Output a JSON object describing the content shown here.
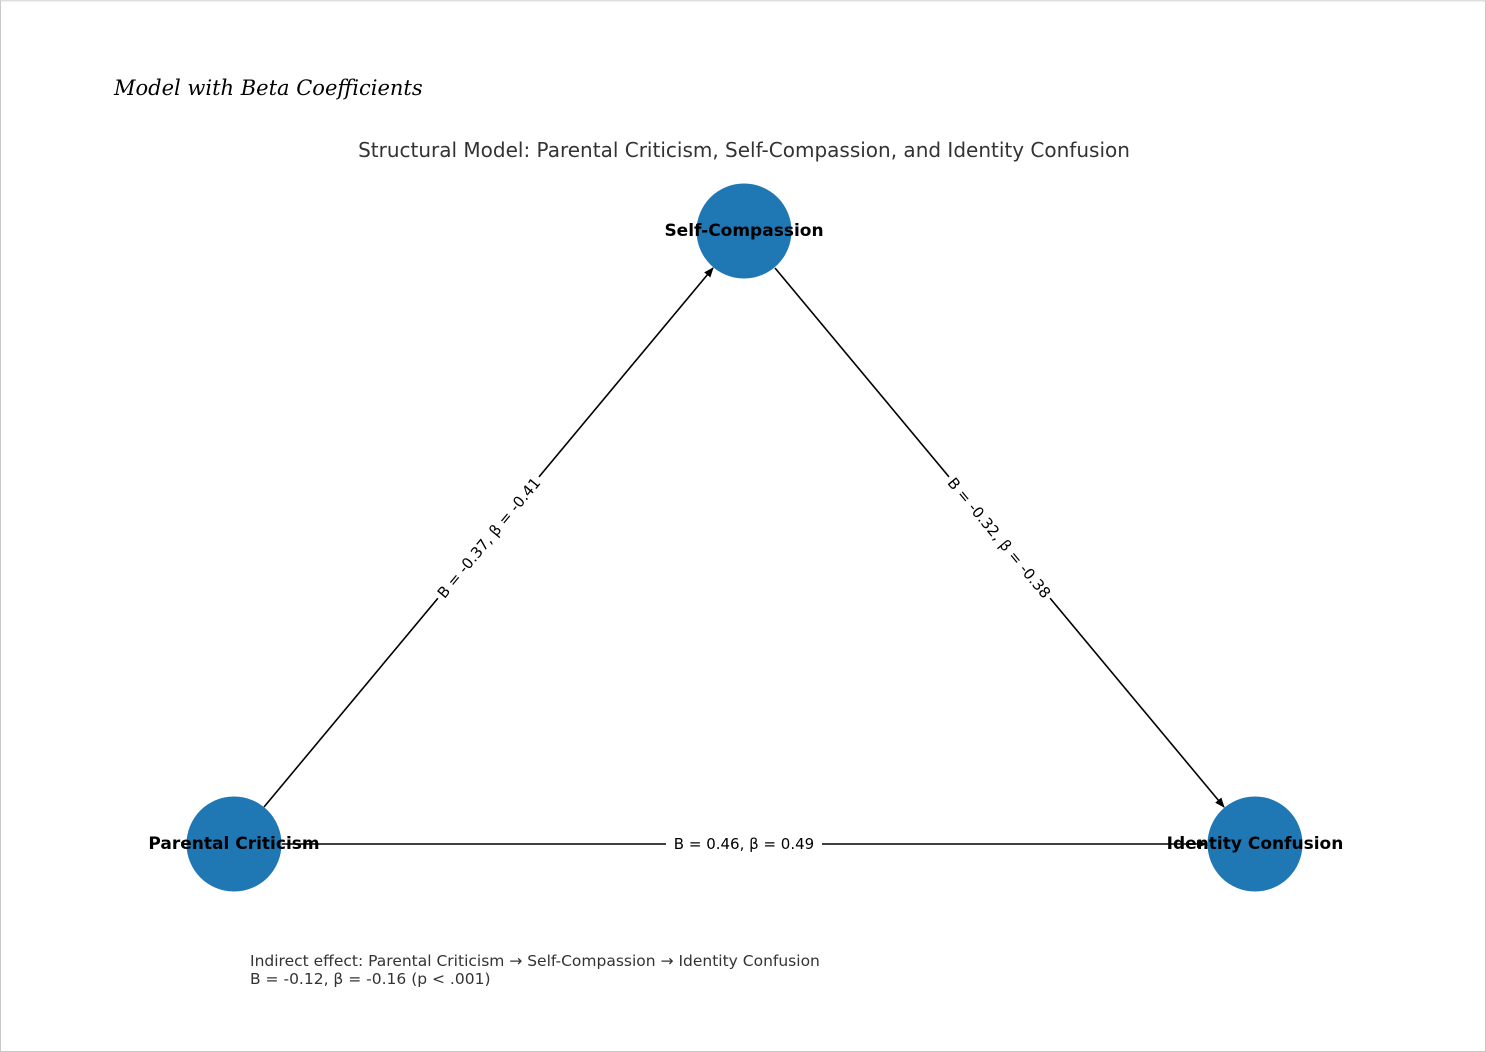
{
  "caption": "Model with Beta Coefficients",
  "diagram": {
    "title": "Structural Model: Parental Criticism, Self-Compassion, and Identity Confusion",
    "node_color": "#1f77b4",
    "nodes": {
      "self_compassion": "Self-Compassion",
      "parental_criticism": "Parental Criticism",
      "identity_confusion": "Identity Confusion"
    },
    "edges": {
      "pc_to_sc": "B = -0.37, β = -0.41",
      "sc_to_ic": "B = -0.32, β = -0.38",
      "pc_to_ic": "B = 0.46, β = 0.49"
    },
    "indirect_effect": {
      "line1": "Indirect effect: Parental Criticism → Self-Compassion → Identity Confusion",
      "line2": "B = -0.12, β = -0.16 (p < .001)"
    }
  }
}
